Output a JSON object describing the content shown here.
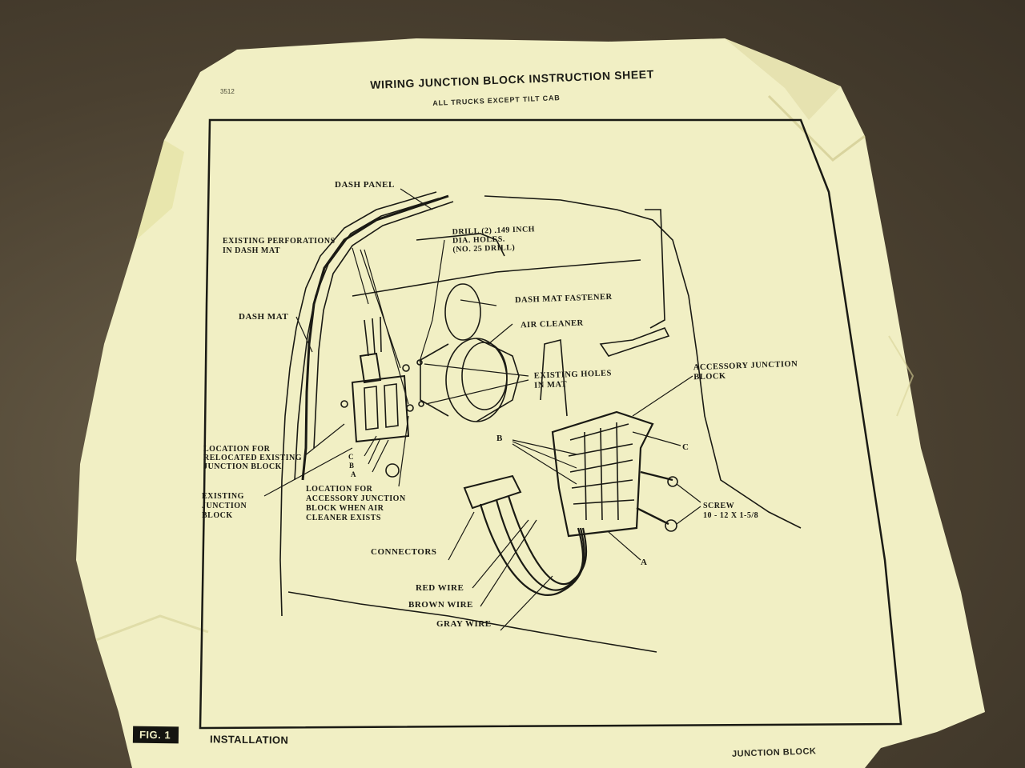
{
  "sheet": {
    "code": "3512",
    "title": "WIRING JUNCTION BLOCK INSTRUCTION SHEET",
    "subtitle": "ALL TRUCKS EXCEPT TILT CAB",
    "figure_badge": "FIG. 1",
    "figure_caption": "INSTALLATION",
    "footer_fragment": "JUNCTION BLOCK"
  },
  "labels": {
    "dash_panel": "DASH PANEL",
    "drill_holes": "DRILL (2) .149 INCH\nDIA. HOLES.\n(NO. 25 DRILL)",
    "existing_perforations": "EXISTING PERFORATIONS\nIN DASH MAT",
    "dash_mat_fastener": "DASH MAT FASTENER",
    "air_cleaner": "AIR CLEANER",
    "dash_mat": "DASH MAT",
    "existing_holes": "EXISTING HOLES\nIN MAT",
    "accessory_junction_block": "ACCESSORY JUNCTION\nBLOCK",
    "b_upper": "B",
    "c_right": "C",
    "location_relocated": "LOCATION FOR\nRELOCATED EXISTING\nJUNCTION BLOCK",
    "c_left": "C",
    "b_left": "B",
    "a_left": "A",
    "existing_junction_block": "EXISTING\nJUNCTION\nBLOCK",
    "location_accessory": "LOCATION FOR\nACCESSORY JUNCTION\nBLOCK WHEN AIR\nCLEANER EXISTS",
    "screw": "SCREW\n10 - 12 X 1-5/8",
    "connectors": "CONNECTORS",
    "a_right": "A",
    "red_wire": "RED WIRE",
    "brown_wire": "BROWN WIRE",
    "gray_wire": "GRAY WIRE"
  },
  "colors": {
    "paper": "#f1efc4",
    "paper_shadow": "#d9d49c",
    "ink": "#1a1a14",
    "background": "#5a4f3c"
  }
}
